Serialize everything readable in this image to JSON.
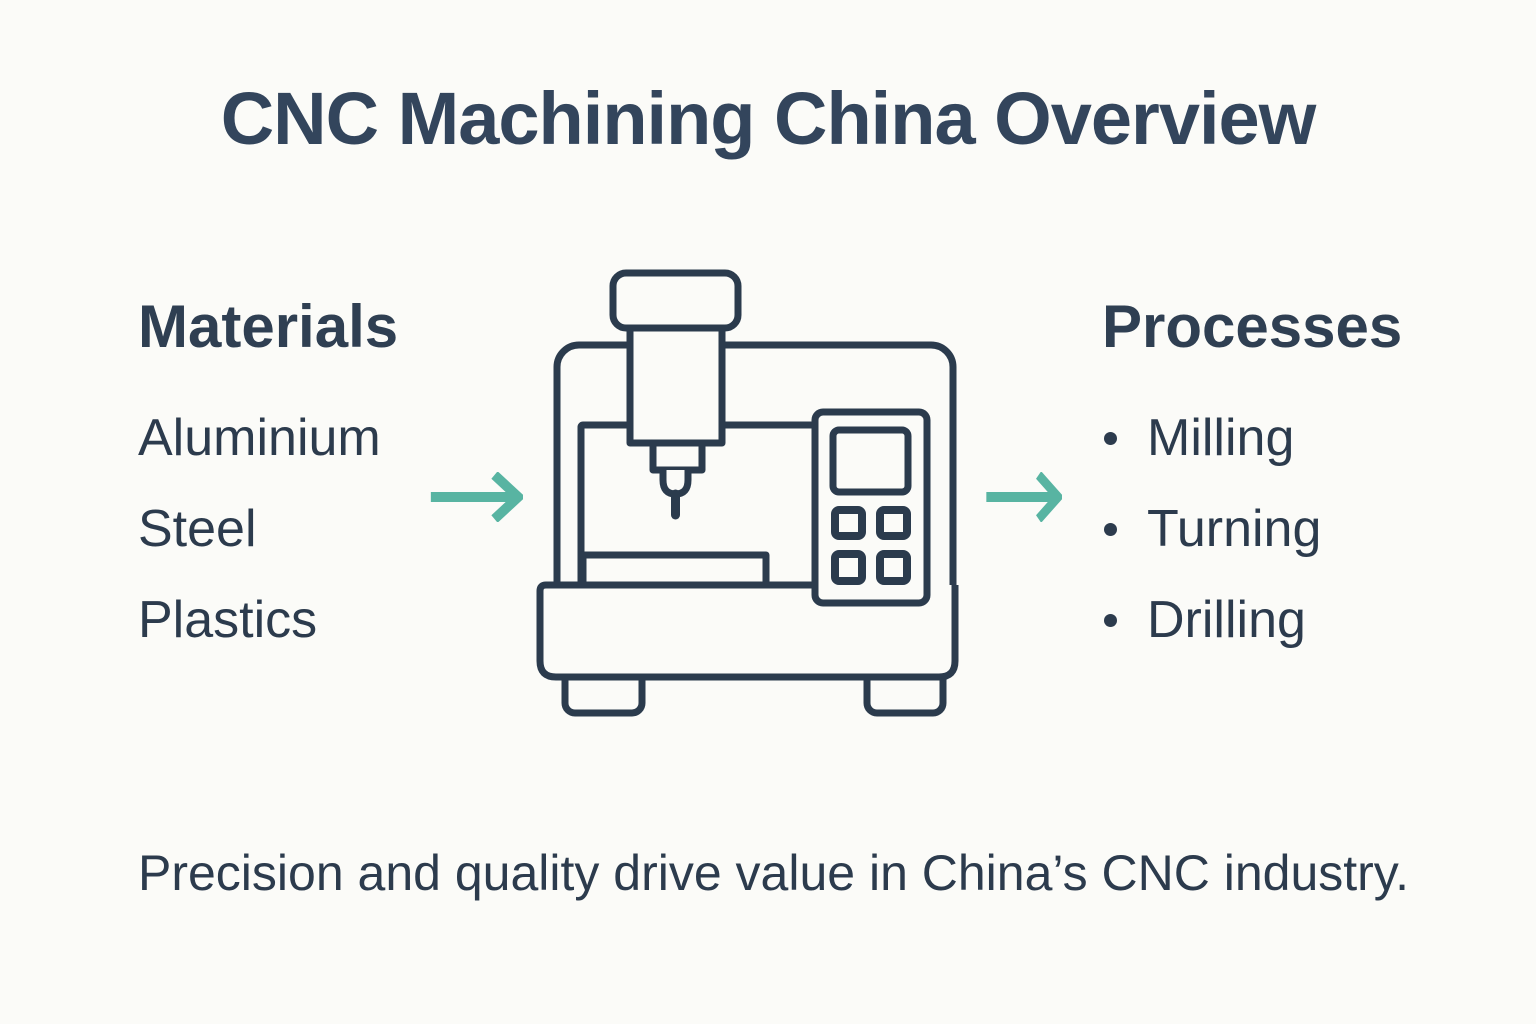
{
  "page": {
    "background_color": "#fbfbf8",
    "text_color": "#2f3f52",
    "accent_color": "#58b4a2"
  },
  "title": "CNC Machining China Overview",
  "materials": {
    "heading": "Materials",
    "items": [
      "Aluminium",
      "Steel",
      "Plastics"
    ]
  },
  "processes": {
    "heading": "Processes",
    "items": [
      "Milling",
      "Turning",
      "Drilling"
    ]
  },
  "icons": {
    "machine": "cnc-milling-machine-icon",
    "flow_arrow": "right-arrow-icon"
  },
  "footer": {
    "text": "Precision and quality drive value in China’s CNC industry."
  }
}
